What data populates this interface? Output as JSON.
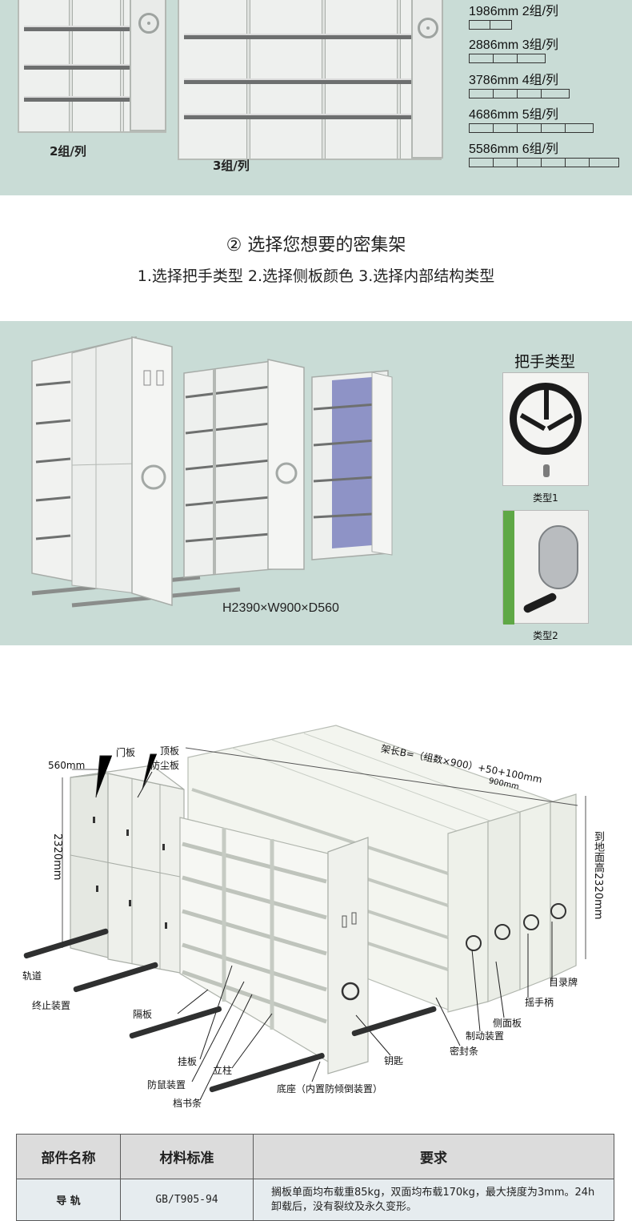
{
  "size_section": {
    "group_labels": [
      "2组/列",
      "3组/列"
    ],
    "specs": [
      {
        "text": "1986mm  2组/列",
        "segments": 2
      },
      {
        "text": "2886mm  3组/列",
        "segments": 3
      },
      {
        "text": "3786mm  4组/列",
        "segments": 4
      },
      {
        "text": "4686mm  5组/列",
        "segments": 5
      },
      {
        "text": "5586mm  6组/列",
        "segments": 6
      }
    ]
  },
  "choose_section": {
    "title": "② 选择您想要的密集架",
    "subtitle": "1.选择把手类型    2.选择侧板颜色    3.选择内部结构类型"
  },
  "product_section": {
    "dimensions": "H2390×W900×D560",
    "handle_title": "把手类型",
    "handle_types": [
      "类型1",
      "类型2"
    ]
  },
  "diagram": {
    "labels": {
      "door": "门板",
      "top": "顶板",
      "dust": "防尘板",
      "depth": "560mm",
      "height_left": "2320mm",
      "length_formula": "架长B=（组数×900）+50+100mm",
      "unit_width": "900mm",
      "height_right": "到地面高2320mm",
      "rail": "轨道",
      "stop": "终止装置",
      "shelf": "隔板",
      "hang": "挂板",
      "rodent": "防鼠装置",
      "file_strip": "档书条",
      "post": "立柱",
      "base": "底座（内置防倾倒装置）",
      "key": "钥匙",
      "seal": "密封条",
      "brake": "制动装置",
      "side": "侧面板",
      "crank": "摇手柄",
      "index": "目录牌"
    }
  },
  "table": {
    "headers": [
      "部件名称",
      "材料标准",
      "要求"
    ],
    "rows": [
      {
        "name": "导 轨",
        "standard": "GB/T905-94",
        "requirement": "搁板单面均布载重85kg，双面均布载170kg，最大挠度为3mm。24h卸载后，没有裂纹及永久变形。"
      }
    ]
  },
  "colors": {
    "panel_bg": "#c9dcd6",
    "cabinet": "#eef0ee",
    "shelf": "#6d6f6f",
    "accent_green": "#5fa846"
  }
}
